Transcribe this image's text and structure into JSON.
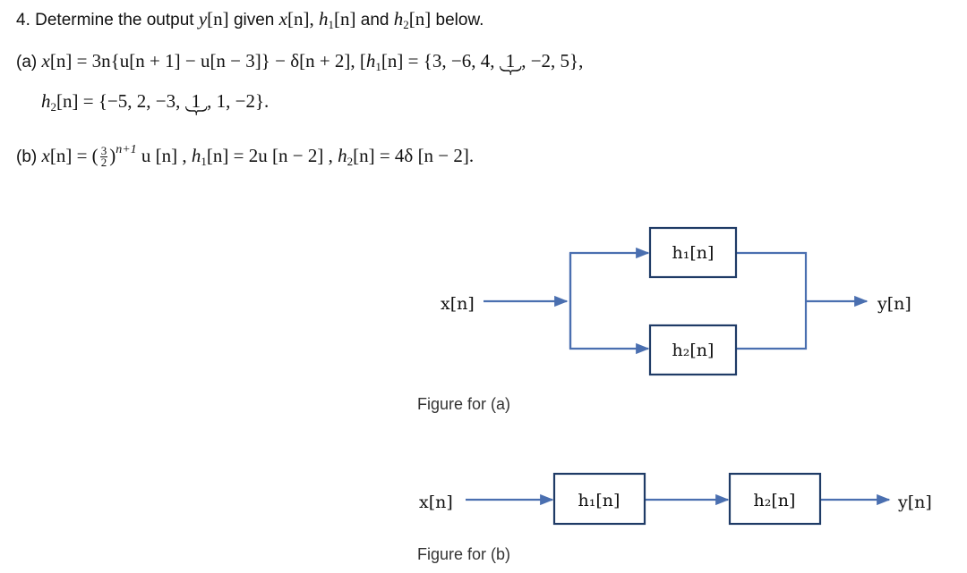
{
  "question": {
    "intro_1": "4. Determine the output ",
    "intro_2": " given ",
    "intro_3": " and ",
    "intro_4": " below.",
    "y_sym": "y",
    "x_sym": "x",
    "h_sym": "h",
    "n_bracket": "[n]",
    "sub_1": "1",
    "sub_2": "2",
    "comma": ", "
  },
  "part_a": {
    "label": "(a)",
    "x_expr": " = 3n{u[n + 1] − u[n − 3]} − δ[n + 2], [",
    "h1_pre": " = {3, −6, 4, ",
    "h1_origin": "1",
    "h1_post": ", −2, 5},",
    "h2_pre": " = {−5, 2, −3, ",
    "h2_origin": "1",
    "h2_post": ", 1, −2}."
  },
  "part_b": {
    "label": "(b)",
    "x_pre": " = (",
    "frac_num": "3",
    "frac_den": "2",
    "x_close": ")",
    "exponent": "n+1",
    "x_post": " u [n] , ",
    "h1_expr": " = 2u [n − 2] , ",
    "h2_expr": " = 4δ [n − 2]."
  },
  "figure_a": {
    "input": "x[n]",
    "block_top": "h₁[n]",
    "block_bottom": "h₂[n]",
    "output": "y[n]",
    "caption": "Figure for (a)"
  },
  "figure_b": {
    "input": "x[n]",
    "block_1": "h₁[n]",
    "block_2": "h₂[n]",
    "output": "y[n]",
    "caption": "Figure for (b)"
  },
  "colors": {
    "line": "#4a6fb0",
    "box_border": "#1f3b66",
    "text": "#111111"
  }
}
